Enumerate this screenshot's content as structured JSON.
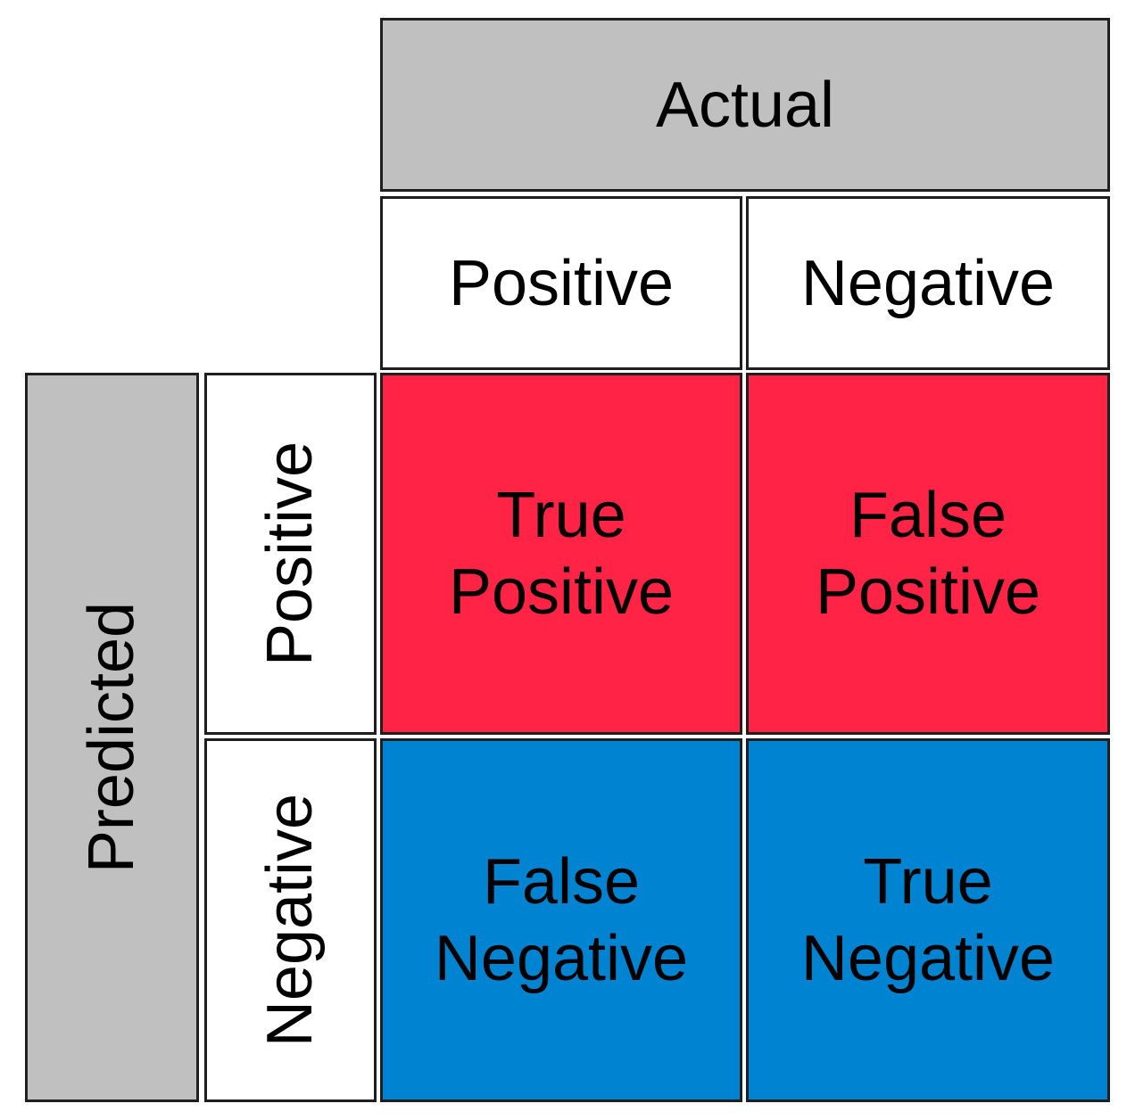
{
  "headers": {
    "actual": "Actual",
    "predicted": "Predicted"
  },
  "columns": {
    "positive": "Positive",
    "negative": "Negative"
  },
  "rows": {
    "positive": "Positive",
    "negative": "Negative"
  },
  "cells": {
    "tp": {
      "line1": "True",
      "line2": "Positive"
    },
    "fp": {
      "line1": "False",
      "line2": "Positive"
    },
    "fn": {
      "line1": "False",
      "line2": "Negative"
    },
    "tn": {
      "line1": "True",
      "line2": "Negative"
    }
  },
  "colors": {
    "header_gray": "#c0c0c0",
    "positive_prediction_red": "#ff2346",
    "negative_prediction_blue": "#0083d0",
    "border": "#1f1f1f"
  }
}
